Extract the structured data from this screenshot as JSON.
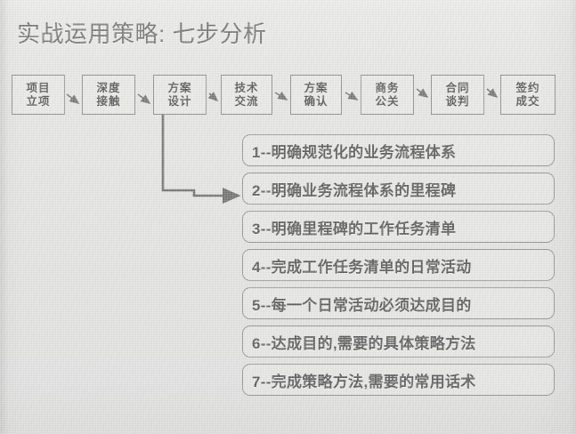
{
  "document": {
    "title": "实战运用策略: 七步分析",
    "background_color": "#e2e2e0",
    "ink_color": "#555555"
  },
  "process_flow": {
    "name": "seven-step-sales-process",
    "connector_icon": "arrow-right-icon",
    "steps": [
      {
        "index": 1,
        "line1": "项目",
        "line2": "立项"
      },
      {
        "index": 2,
        "line1": "深度",
        "line2": "接触"
      },
      {
        "index": 3,
        "line1": "方案",
        "line2": "设计"
      },
      {
        "index": 4,
        "line1": "技术",
        "line2": "交流"
      },
      {
        "index": 5,
        "line1": "方案",
        "line2": "确认"
      },
      {
        "index": 6,
        "line1": "商务",
        "line2": "公关"
      },
      {
        "index": 7,
        "line1": "合同",
        "line2": "谈判"
      },
      {
        "index": 8,
        "line1": "签约",
        "line2": "成交"
      }
    ]
  },
  "branch_connector": {
    "name": "elbow-arrow-connector",
    "from_step": "方案设计",
    "to_item": 2,
    "arrowhead_icon": "arrow-right-icon"
  },
  "checklist": {
    "items": [
      {
        "number": "1",
        "text": "1--明确规范化的业务流程体系"
      },
      {
        "number": "2",
        "text": "2--明确业务流程体系的里程碑"
      },
      {
        "number": "3",
        "text": "3--明确里程碑的工作任务清单"
      },
      {
        "number": "4",
        "text": "4--完成工作任务清单的日常活动"
      },
      {
        "number": "5",
        "text": "5--每一个日常活动必须达成目的"
      },
      {
        "number": "6",
        "text": "6--达成目的,需要的具体策略方法"
      },
      {
        "number": "7",
        "text": "7--完成策略方法,需要的常用话术"
      }
    ]
  }
}
